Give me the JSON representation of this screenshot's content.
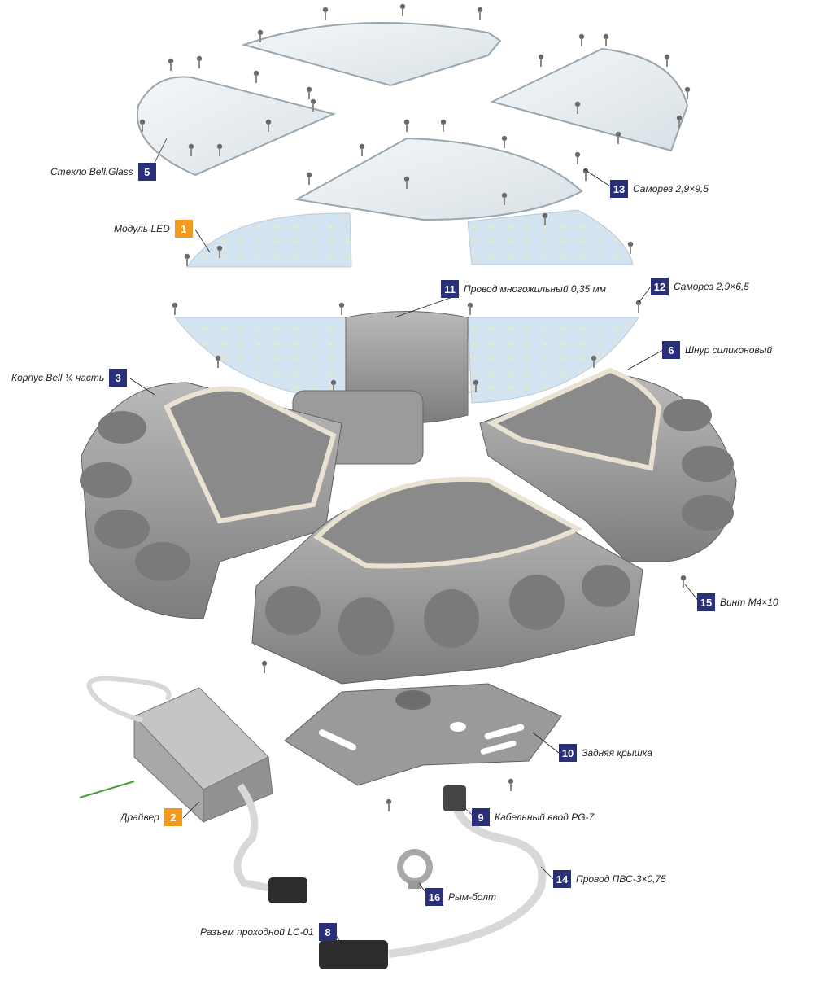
{
  "colors": {
    "badge_navy": "#2a2f7a",
    "badge_orange": "#f39a1e",
    "metal": "#9a9a9a",
    "metal_dark": "#6d6d6d",
    "glass": "#e8eef2",
    "led_panel": "#cfe0ee",
    "gasket": "#e9e2d3",
    "cable": "#dcdcdc"
  },
  "callouts": [
    {
      "num": "5",
      "text": "Стекло Bell.Glass",
      "color": "navy"
    },
    {
      "num": "1",
      "text": "Модуль LED",
      "color": "orange"
    },
    {
      "num": "13",
      "text": "Саморез 2,9×9,5",
      "color": "navy"
    },
    {
      "num": "11",
      "text": "Провод многожильный 0,35 мм",
      "color": "navy"
    },
    {
      "num": "12",
      "text": "Саморез 2,9×6,5",
      "color": "navy"
    },
    {
      "num": "3",
      "text": "Корпус Bell ¼ часть",
      "color": "navy"
    },
    {
      "num": "6",
      "text": "Шнур силиконовый",
      "color": "navy"
    },
    {
      "num": "15",
      "text": "Винт М4×10",
      "color": "navy"
    },
    {
      "num": "10",
      "text": "Задняя крышка",
      "color": "navy"
    },
    {
      "num": "2",
      "text": "Драйвер",
      "color": "orange"
    },
    {
      "num": "9",
      "text": "Кабельный ввод PG-7",
      "color": "navy"
    },
    {
      "num": "14",
      "text": "Провод ПВС-3×0,75",
      "color": "navy"
    },
    {
      "num": "16",
      "text": "Рым-болт",
      "color": "navy"
    },
    {
      "num": "8",
      "text": "Разъем проходной LC-01",
      "color": "navy"
    }
  ]
}
